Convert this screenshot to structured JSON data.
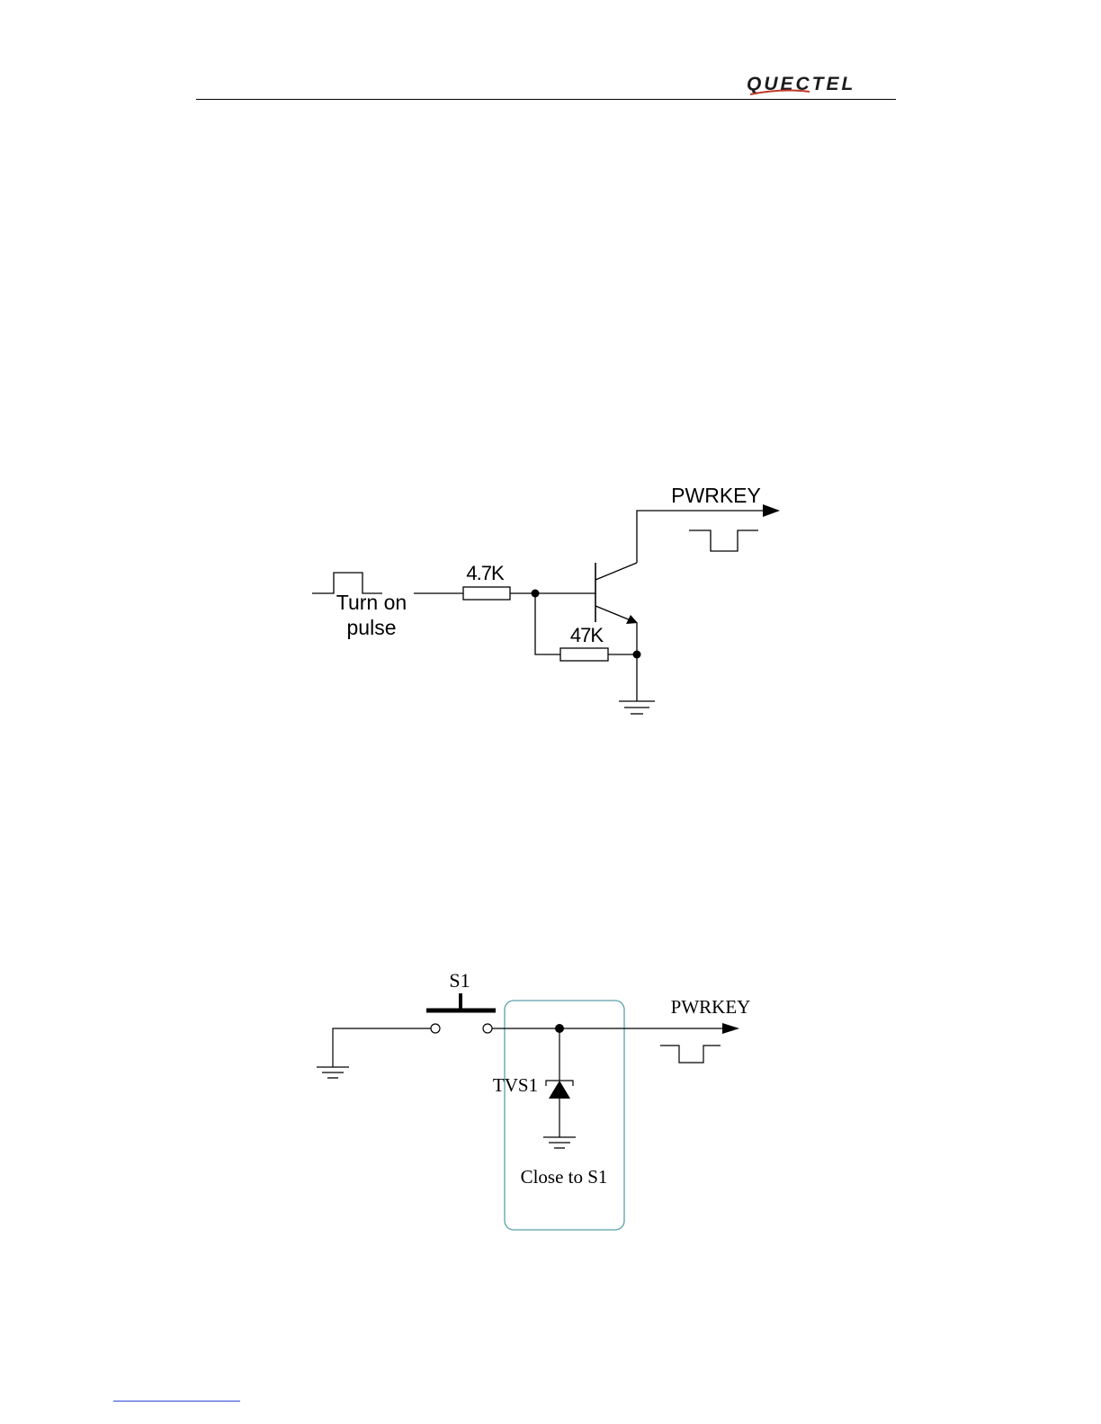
{
  "header": {
    "logo_text": "QUECTEL"
  },
  "figure1": {
    "output_label": "PWRKEY",
    "input_label_line1": "Turn on",
    "input_label_line2": "pulse",
    "resistor_base_label": "4.7K",
    "resistor_pulldown_label": "47K"
  },
  "figure2": {
    "switch_label": "S1",
    "output_label": "PWRKEY",
    "tvs_label": "TVS1",
    "note_label": "Close to S1",
    "note_box_color": "#5aa0a8"
  }
}
